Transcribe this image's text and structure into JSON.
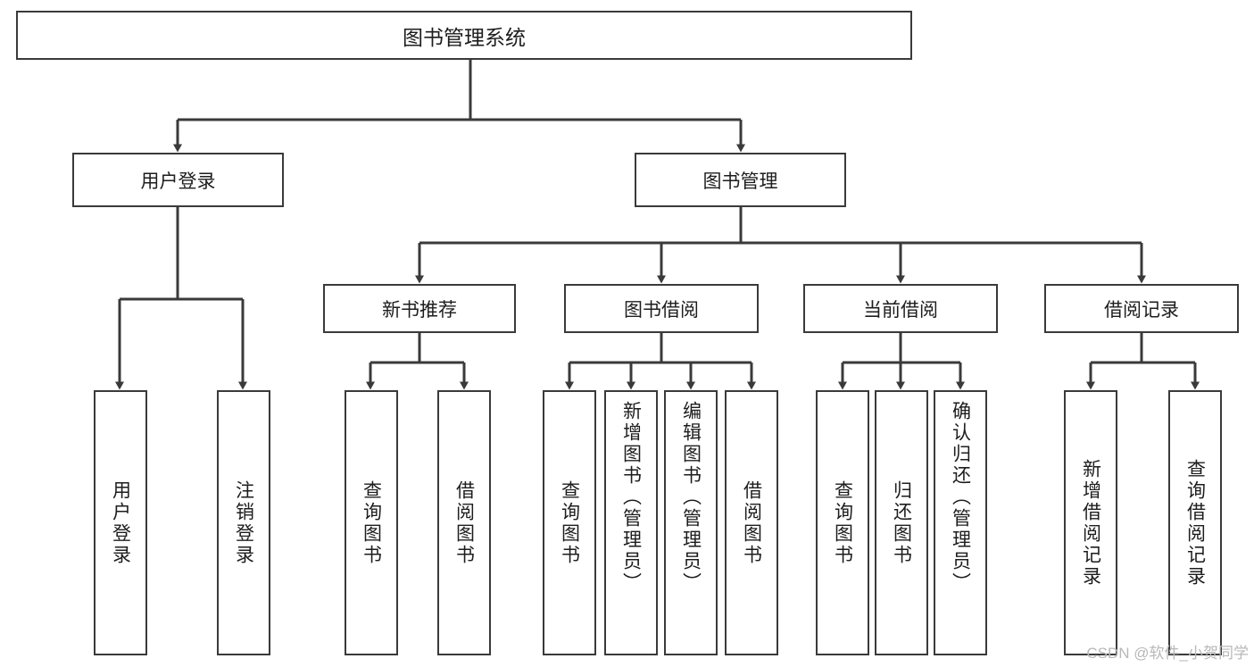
{
  "diagram": {
    "title": "图书管理系统",
    "type": "hierarchy-tree",
    "root": {
      "label": "图书管理系统"
    },
    "level2": [
      {
        "label": "用户登录"
      },
      {
        "label": "图书管理"
      }
    ],
    "level3": [
      {
        "label": "新书推荐"
      },
      {
        "label": "图书借阅"
      },
      {
        "label": "当前借阅"
      },
      {
        "label": "借阅记录"
      }
    ],
    "leaves": {
      "user_login": [
        {
          "label": "用户登录"
        },
        {
          "label": "注销登录"
        }
      ],
      "new_book_rec": [
        {
          "label": "查询图书"
        },
        {
          "label": "借阅图书"
        }
      ],
      "book_borrow": [
        {
          "label": "查询图书"
        },
        {
          "label": "新增图书（管理员）"
        },
        {
          "label": "编辑图书（管理员）"
        },
        {
          "label": "借阅图书"
        }
      ],
      "current_borrow": [
        {
          "label": "查询图书"
        },
        {
          "label": "归还图书"
        },
        {
          "label": "确认归还（管理员）"
        }
      ],
      "borrow_record": [
        {
          "label": "新增借阅记录"
        },
        {
          "label": "查询借阅记录"
        }
      ]
    }
  },
  "watermark": {
    "text": "CSDN @软件_小贺同学"
  },
  "colors": {
    "stroke": "#3a3a3a",
    "background": "#ffffff",
    "text": "#1d1d1d",
    "watermark": "#b8b8b8"
  }
}
